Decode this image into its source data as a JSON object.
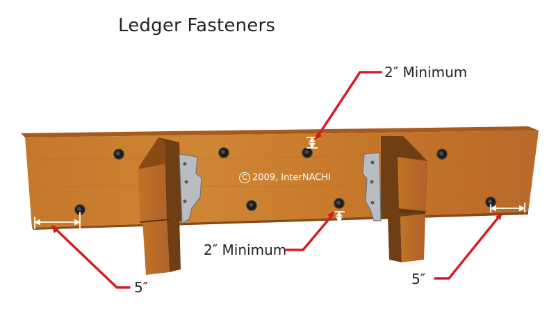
{
  "title": "Ledger Fasteners",
  "labels": {
    "top_min": "2″ Minimum",
    "bottom_min": "2″ Minimum",
    "left_edge": "5″",
    "right_edge": "5″",
    "copyright_symbol": "C",
    "copyright_text": "2009, InterNACHI"
  },
  "colors": {
    "wood_face": "#c77a2c",
    "wood_top": "#a65a1d",
    "wood_dark": "#8a4a18",
    "joist_side": "#6e3e14",
    "leader": "#d31c24",
    "hanger": "#b9bcc0",
    "dimension": "#ffffff"
  },
  "icons": {
    "bolt": "bolt-hole-icon",
    "hanger": "joist-hanger-icon",
    "copyright": "copyright-icon"
  }
}
